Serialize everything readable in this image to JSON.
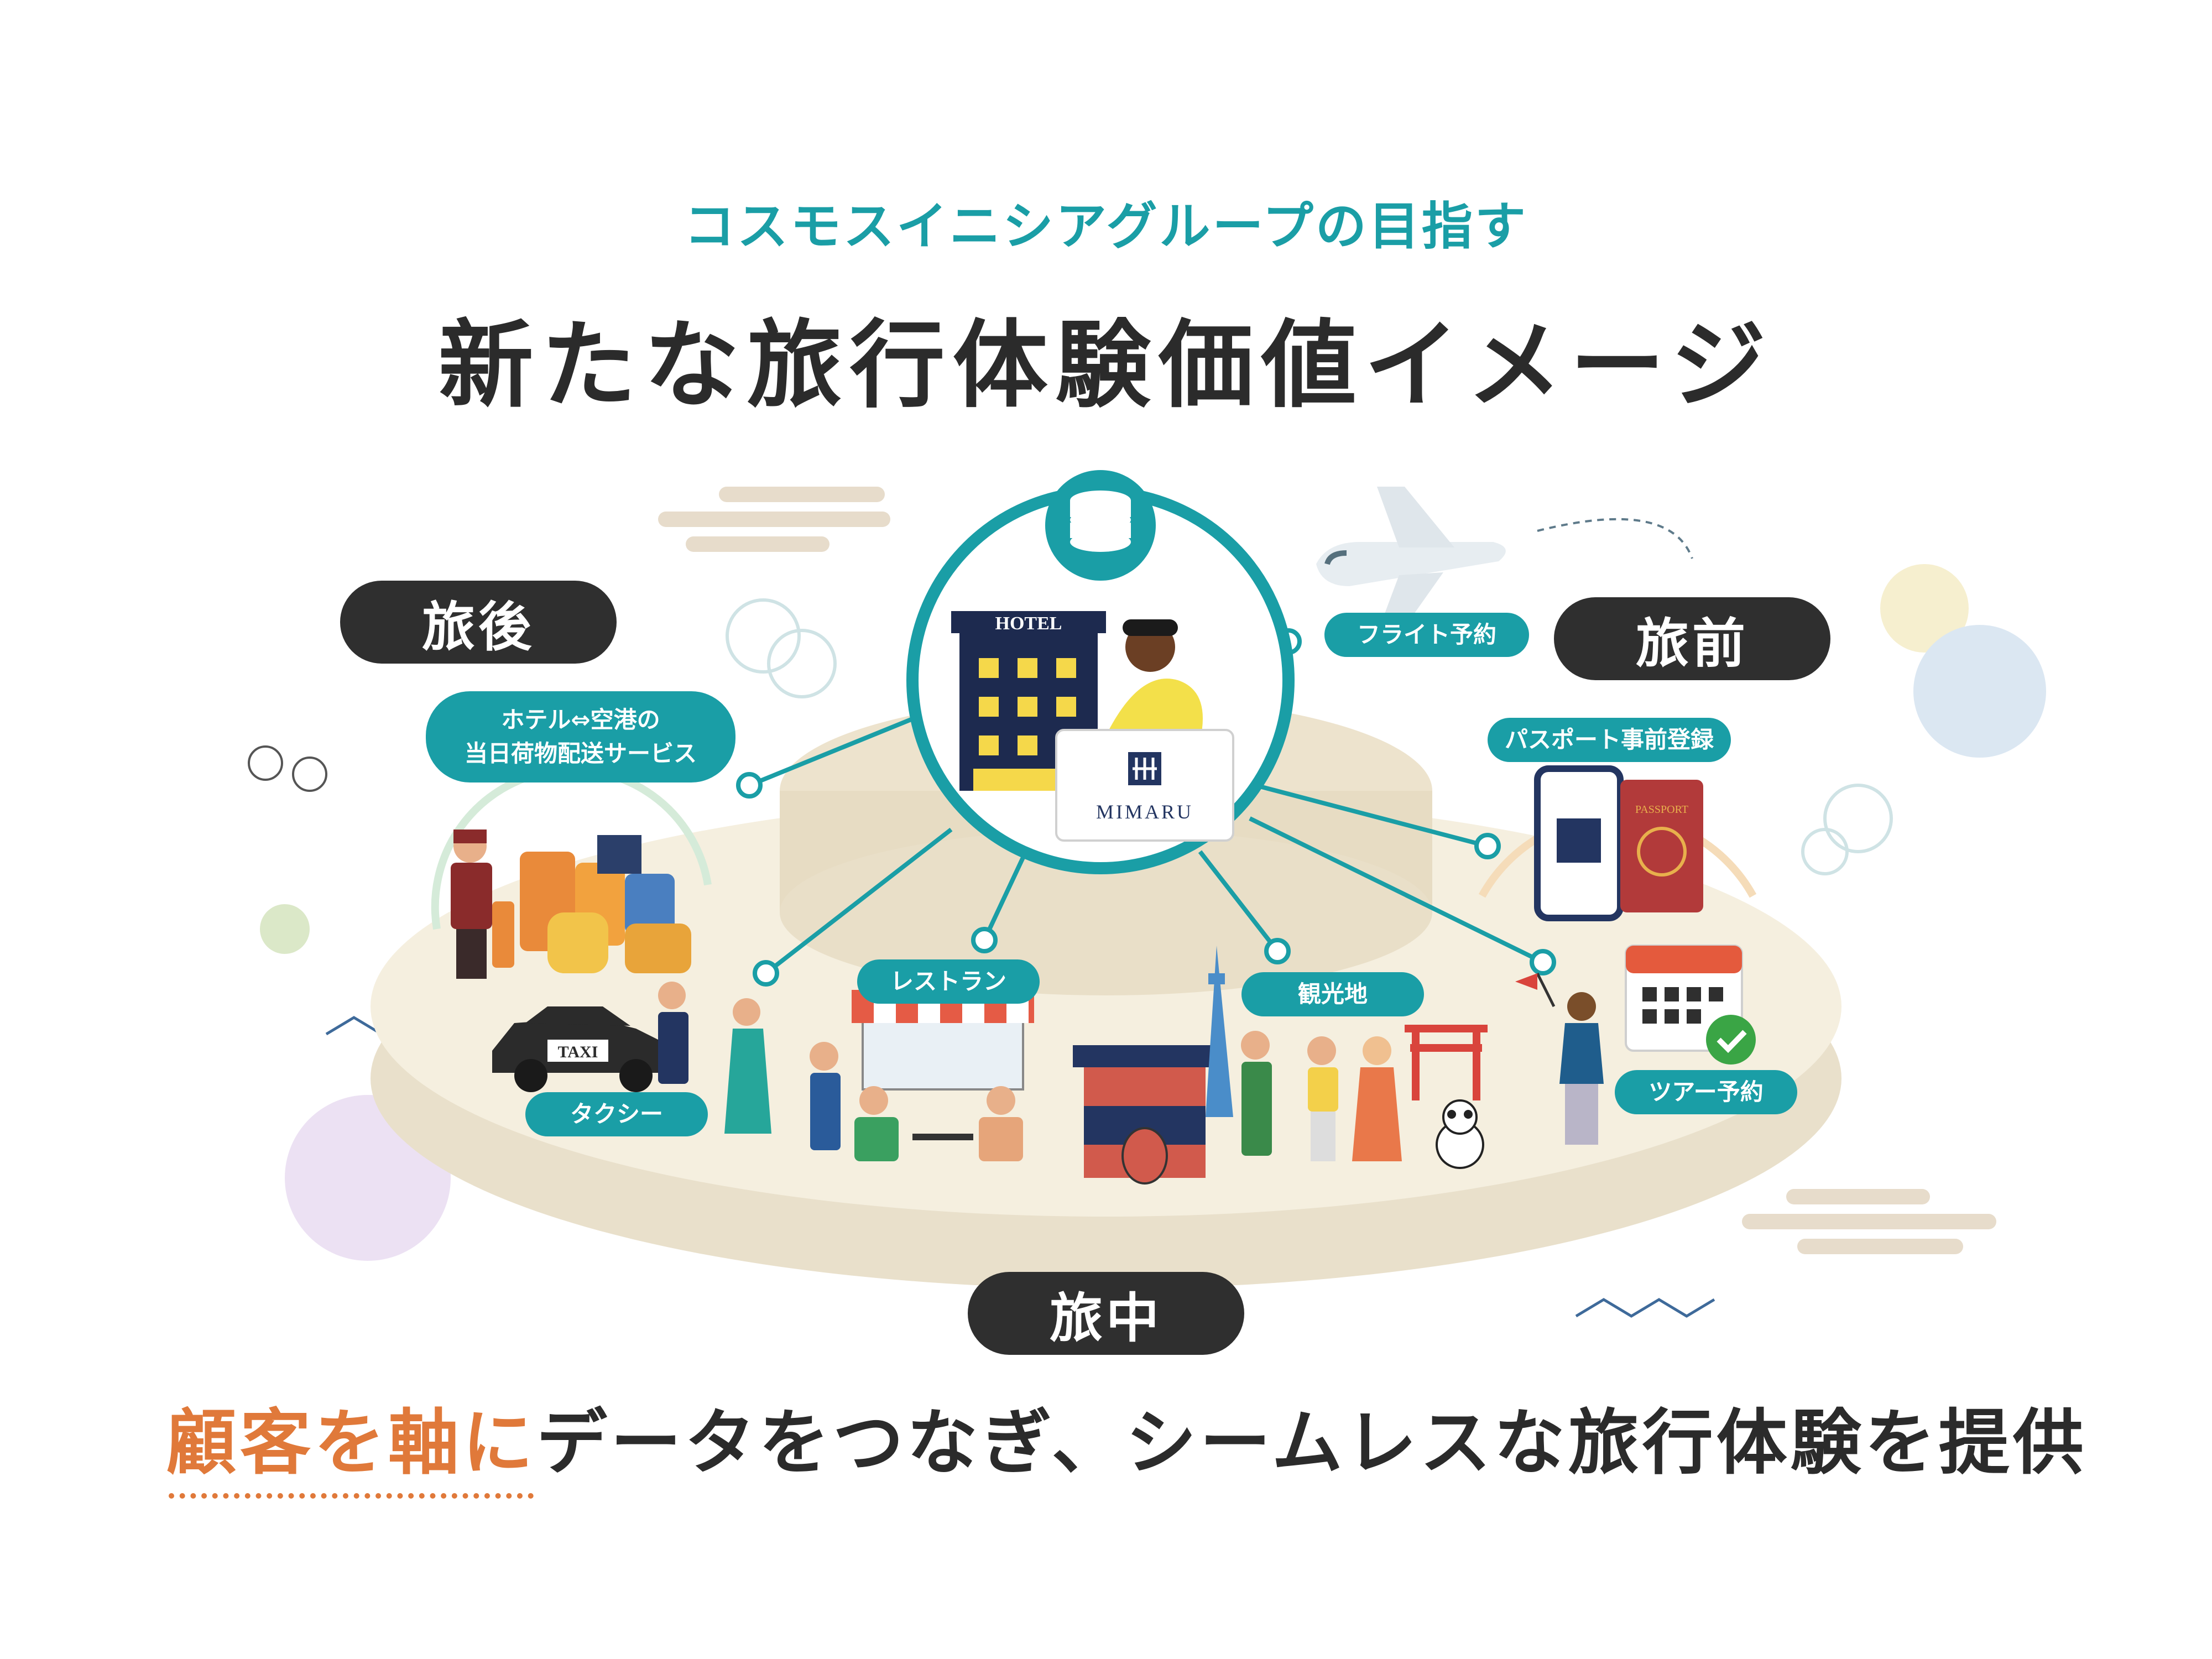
{
  "header": {
    "subtitle": "コスモスイニシアグループの目指す",
    "title": "新たな旅行体験価値イメージ"
  },
  "phases": {
    "after": "旅後",
    "before": "旅前",
    "during": "旅中"
  },
  "tags": {
    "flight": "フライト予約",
    "passport": "パスポート事前登録",
    "tour": "ツアー予約",
    "sightseeing": "観光地",
    "restaurant": "レストラン",
    "taxi": "タクシー",
    "luggage": "ホテル⇔空港の\n当日荷物配送サービス"
  },
  "center": {
    "hotel_sign": "HOTEL",
    "card_brand": "MIMARU",
    "taxi_sign": "TAXI",
    "passport_label": "PASSPORT"
  },
  "footer": {
    "accent": "顧客を軸に",
    "rest": "データをつなぎ、シームレスな旅行体験を提供"
  },
  "colors": {
    "teal": "#1a9ea6",
    "dark": "#2f2f2f",
    "accent": "#e0793a",
    "platform": "#f3ecd9"
  }
}
